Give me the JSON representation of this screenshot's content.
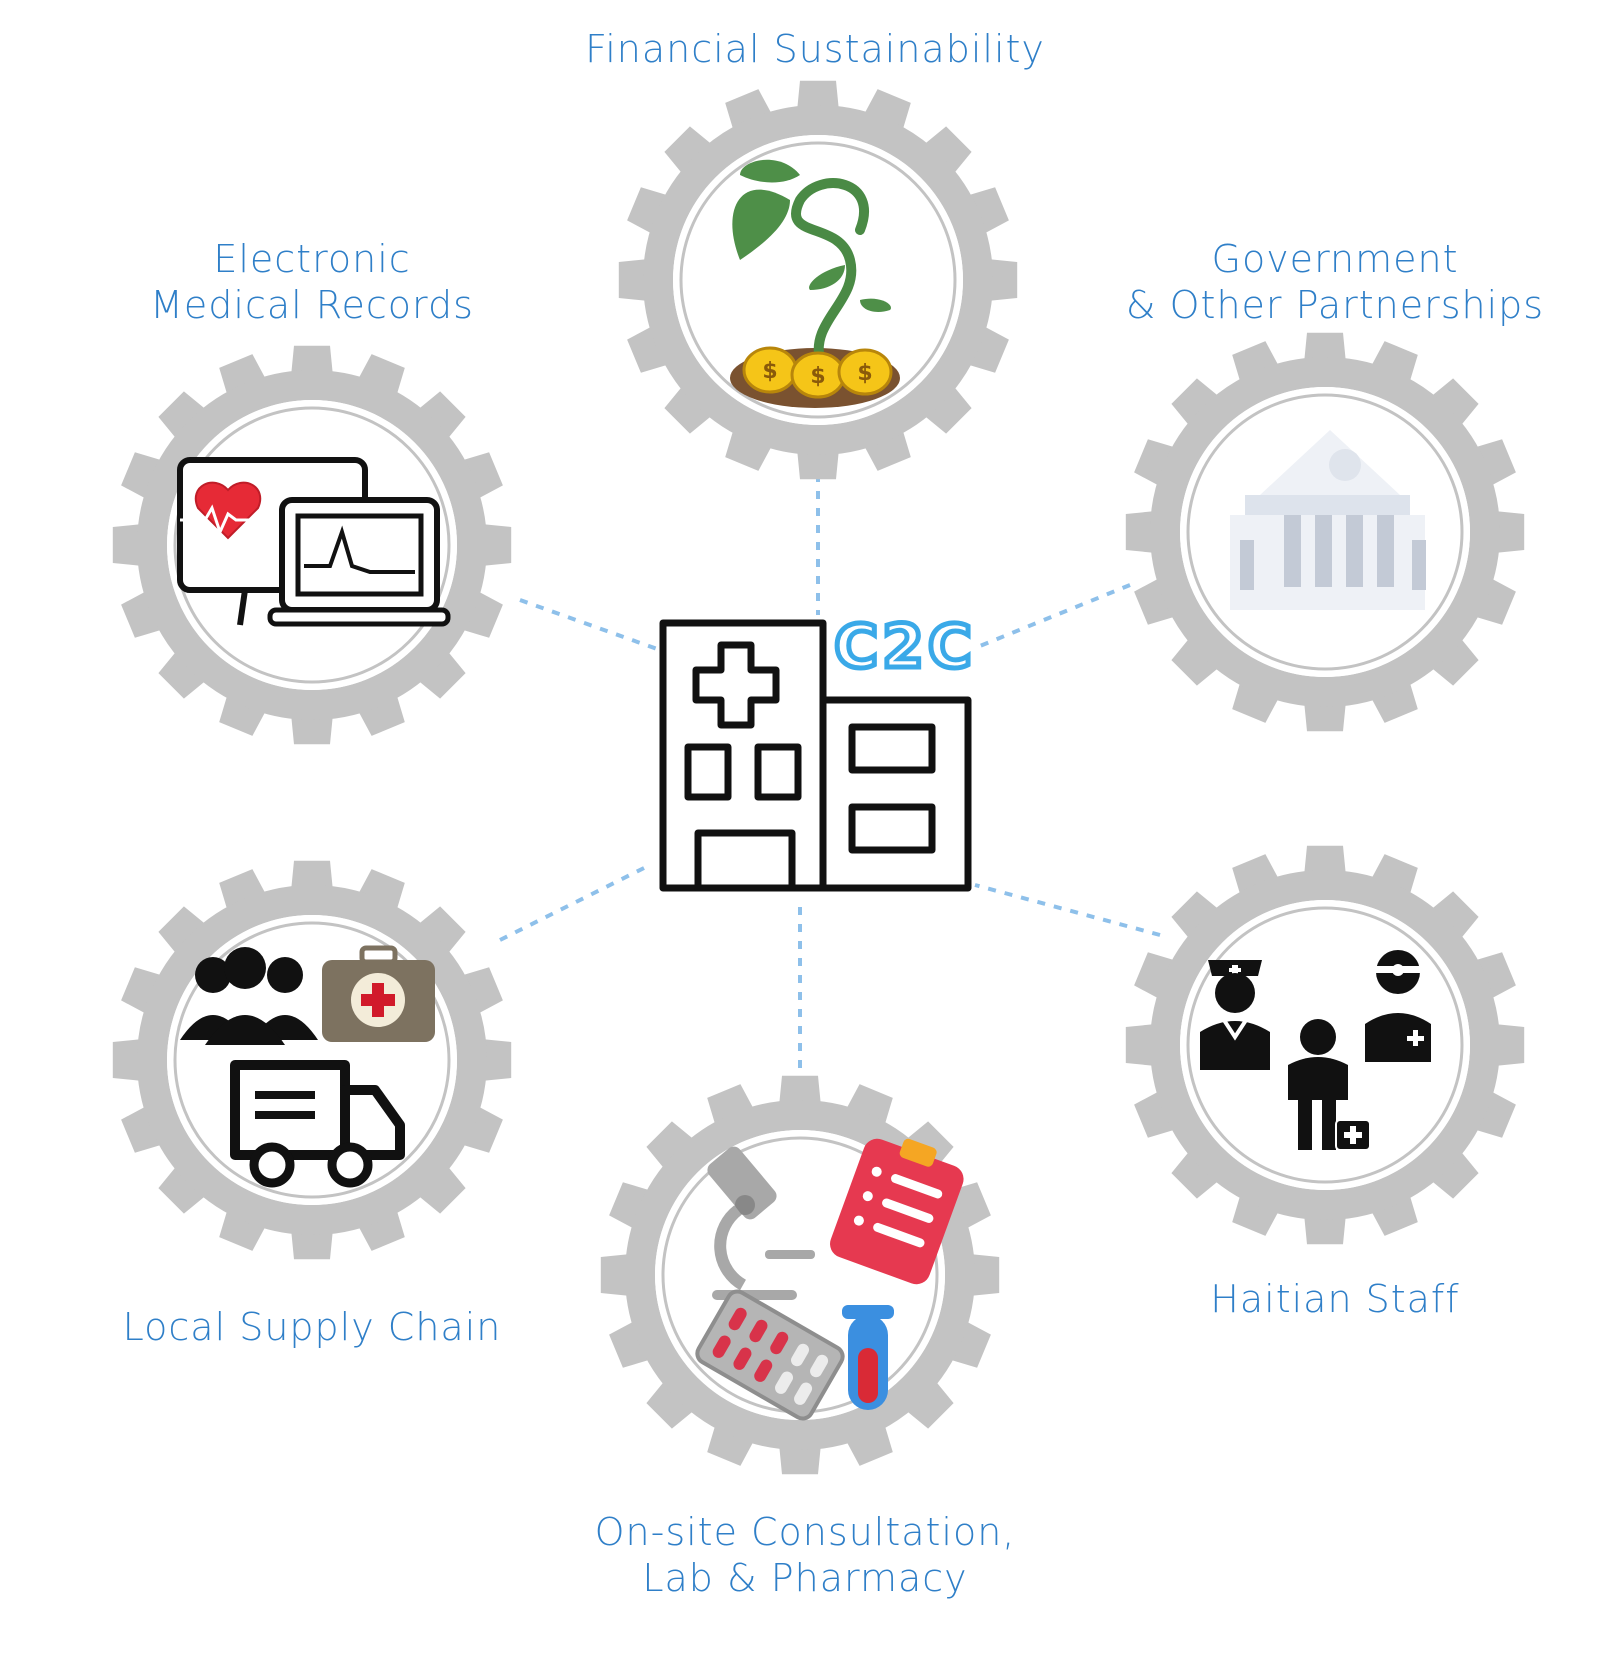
{
  "center": {
    "logo_text": "C2C"
  },
  "nodes": [
    {
      "id": "financial",
      "label_lines": [
        "Financial  Sustainability"
      ],
      "icon": "plant-coins-icon"
    },
    {
      "id": "emr",
      "label_lines": [
        "Electronic",
        "Medical  Records"
      ],
      "icon": "computer-monitor-icon"
    },
    {
      "id": "government",
      "label_lines": [
        "Government",
        "&  Other  Partnerships"
      ],
      "icon": "government-building-icon"
    },
    {
      "id": "supply",
      "label_lines": [
        "Local  Supply  Chain"
      ],
      "icon": "supply-truck-icon"
    },
    {
      "id": "onsite",
      "label_lines": [
        "On-site  Consultation,",
        "Lab  &  Pharmacy"
      ],
      "icon": "lab-pharmacy-icon"
    },
    {
      "id": "staff",
      "label_lines": [
        "Haitian  Staff"
      ],
      "icon": "medical-staff-icon"
    }
  ],
  "colors": {
    "gear": "#c3c3c3",
    "label": "#2f7fc8",
    "connector": "#8ec0ea",
    "logo": "#3aa9e8"
  }
}
